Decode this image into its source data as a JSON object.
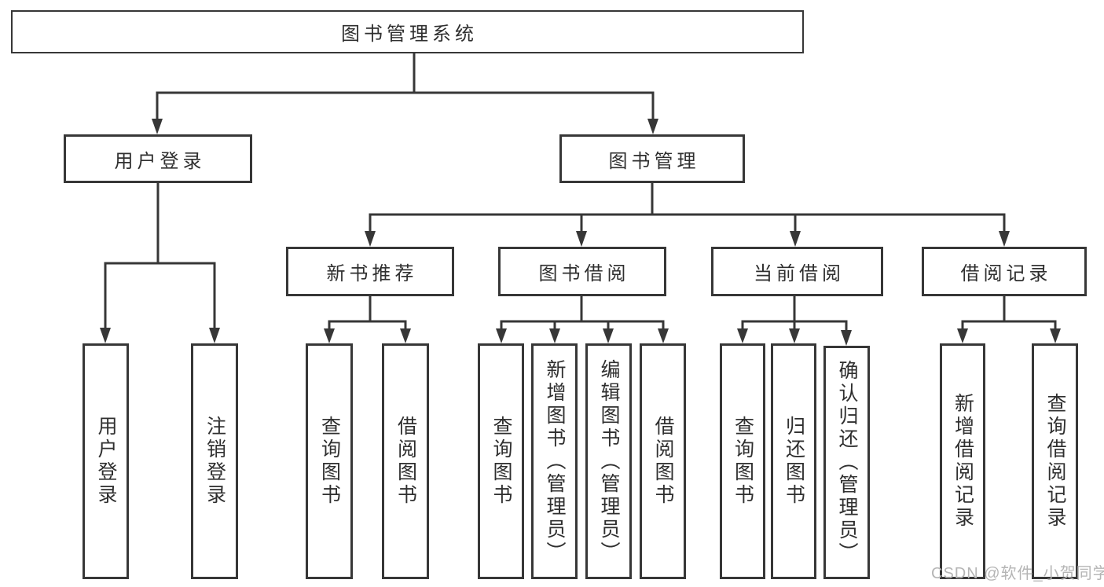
{
  "colors": {
    "line": "#373737",
    "box_border": "#373737",
    "text": "#2f2f2f",
    "watermark": "#b5b5b5",
    "background": "#ffffff"
  },
  "tree": {
    "label": "图书管理系统",
    "children": [
      {
        "label": "用户登录",
        "children": [
          {
            "label": "用户登录"
          },
          {
            "label": "注销登录"
          }
        ]
      },
      {
        "label": "图书管理",
        "children": [
          {
            "label": "新书推荐",
            "children": [
              {
                "label": "查询图书"
              },
              {
                "label": "借阅图书"
              }
            ]
          },
          {
            "label": "图书借阅",
            "children": [
              {
                "label": "查询图书"
              },
              {
                "label": "新增图书（管理员）"
              },
              {
                "label": "编辑图书（管理员）"
              },
              {
                "label": "借阅图书"
              }
            ]
          },
          {
            "label": "当前借阅",
            "children": [
              {
                "label": "查询图书"
              },
              {
                "label": "归还图书"
              },
              {
                "label": "确认归还（管理员）"
              }
            ]
          },
          {
            "label": "借阅记录",
            "children": [
              {
                "label": "新增借阅记录"
              },
              {
                "label": "查询借阅记录"
              }
            ]
          }
        ]
      }
    ]
  },
  "watermark": {
    "text": "CSDN @软件_小贺同学"
  }
}
